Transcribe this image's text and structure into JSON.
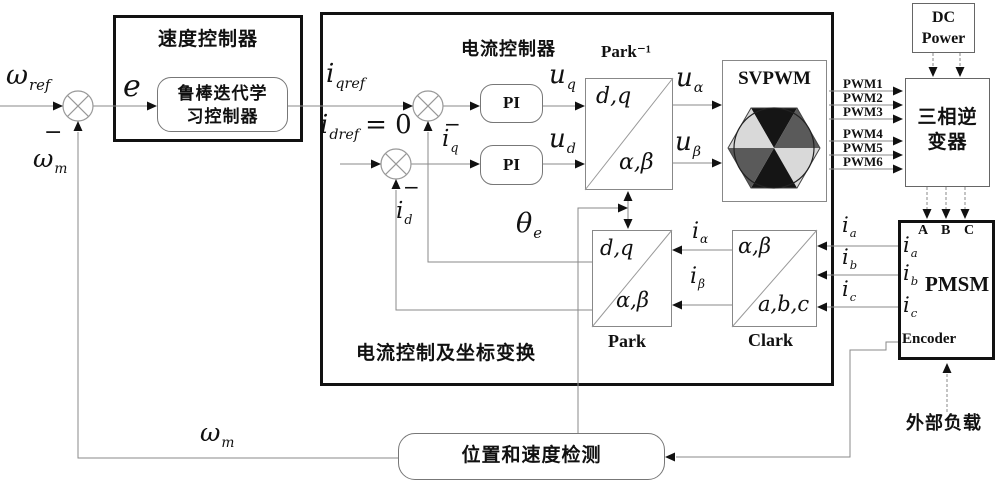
{
  "speed_controller": {
    "title": "速度控制器",
    "ilc_line1": "鲁棒迭代学",
    "ilc_line2": "习控制器"
  },
  "current_box": {
    "title": "电流控制器",
    "footer": "电流控制及坐标变换"
  },
  "blocks": {
    "pi1": "PI",
    "pi2": "PI",
    "park_inverse": {
      "title": "Park⁻¹",
      "top_left": "d,q",
      "bottom_right": "α,β"
    },
    "park": {
      "title": "Park",
      "top_left": "d,q",
      "bottom_right": "α,β"
    },
    "clark": {
      "title": "Clark",
      "top_left": "α,β",
      "bottom_right": "a,b,c"
    },
    "svpwm": {
      "title": "SVPWM"
    },
    "dc_power": {
      "line1": "DC",
      "line2": "Power"
    },
    "inverter": {
      "line1": "三相逆",
      "line2": "变器"
    },
    "pmsm": {
      "phase_a": "A",
      "phase_b": "B",
      "phase_c": "C",
      "name": "PMSM",
      "encoder": "Encoder",
      "ia": {
        "base": "i",
        "sub": "a"
      },
      "ib": {
        "base": "i",
        "sub": "b"
      },
      "ic": {
        "base": "i",
        "sub": "c"
      }
    },
    "position_detect": {
      "title": "位置和速度检测"
    },
    "external_load": {
      "title": "外部负载"
    }
  },
  "signals": {
    "omega_ref": {
      "base": "ω",
      "sub": "ref"
    },
    "minus_speed": "−",
    "omega_m_left": {
      "base": "ω",
      "sub": "m"
    },
    "omega_m_bottom": {
      "base": "ω",
      "sub": "m"
    },
    "error": "e",
    "i_qref": {
      "base": "i",
      "sub": "qref"
    },
    "i_dref": {
      "base": "i",
      "sub": "dref",
      "suffix": "= 0"
    },
    "minus_q": "−",
    "i_q_fb": {
      "base": "i",
      "sub": "q"
    },
    "minus_d": "−",
    "i_d_fb": {
      "base": "i",
      "sub": "d"
    },
    "u_q": {
      "base": "u",
      "sub": "q"
    },
    "u_d": {
      "base": "u",
      "sub": "d"
    },
    "u_alpha": {
      "base": "u",
      "sub": "α"
    },
    "u_beta": {
      "base": "u",
      "sub": "β"
    },
    "theta_e": {
      "base": "θ",
      "sub": "e"
    },
    "i_alpha": {
      "base": "i",
      "sub": "α"
    },
    "i_beta": {
      "base": "i",
      "sub": "β"
    },
    "i_a": {
      "base": "i",
      "sub": "a"
    },
    "i_b": {
      "base": "i",
      "sub": "b"
    },
    "i_c": {
      "base": "i",
      "sub": "c"
    },
    "pwm": [
      "PWM1",
      "PWM2",
      "PWM3",
      "PWM4",
      "PWM5",
      "PWM6"
    ]
  }
}
